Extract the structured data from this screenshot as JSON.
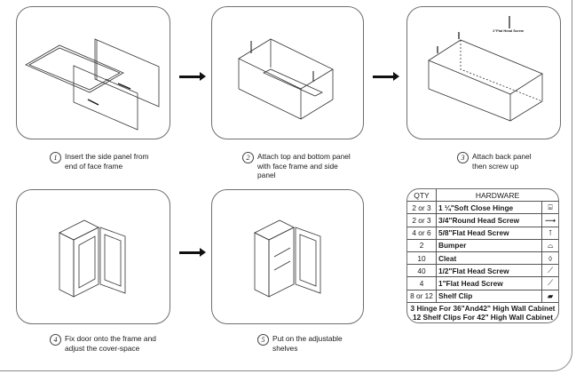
{
  "steps": [
    {
      "number": "1",
      "caption": "Insert the side panel from\nend of face frame",
      "illustration": "side-panel-insertion"
    },
    {
      "number": "2",
      "caption": "Attach top and bottom panel\nwith face frame and side\npanel",
      "illustration": "top-bottom-panel-attach"
    },
    {
      "number": "3",
      "caption": "Attach back panel\nthen screw up",
      "illustration": "back-panel-screw",
      "callout": "1\"Flat Head Screw"
    },
    {
      "number": "4",
      "caption": "Fix door onto the frame and\nadjust the cover-space",
      "illustration": "door-fixing"
    },
    {
      "number": "5",
      "caption": "Put on the adjustable\nshelves",
      "illustration": "shelves-install"
    }
  ],
  "hardware": {
    "headers": {
      "qty": "QTY",
      "item": "HARDWARE"
    },
    "rows": [
      {
        "qty": "2 or 3",
        "item": "1 ¼\"Soft Close Hinge",
        "icon": "hinge-icon"
      },
      {
        "qty": "2 or 3",
        "item": "3/4\"Round Head Screw",
        "icon": "round-screw-icon"
      },
      {
        "qty": "4 or 6",
        "item": "5/8\"Flat Head Screw",
        "icon": "flat-screw-icon"
      },
      {
        "qty": "2",
        "item": "Bumper",
        "icon": "bumper-icon"
      },
      {
        "qty": "10",
        "item": "Cleat",
        "icon": "cleat-icon"
      },
      {
        "qty": "40",
        "item": "1/2\"Flat Head Screw",
        "icon": "small-screw-icon"
      },
      {
        "qty": "4",
        "item": "1\"Flat Head Screw",
        "icon": "long-screw-icon"
      },
      {
        "qty": "8 or 12",
        "item": "Shelf Clip",
        "icon": "shelf-clip-icon"
      }
    ],
    "notes": [
      "3 Hinge For 36\"And42\" High Wall Cabinet",
      "12 Shelf Clips For 42\" High Wall Cabinet"
    ]
  }
}
